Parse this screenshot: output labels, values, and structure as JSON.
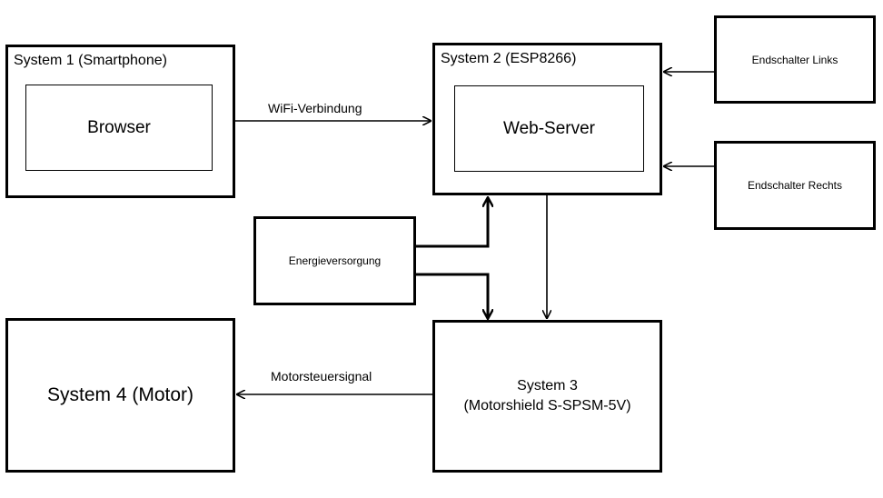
{
  "system1": {
    "title": "System 1 (Smartphone)",
    "inner": "Browser"
  },
  "system2": {
    "title": "System 2 (ESP8266)",
    "inner": "Web-Server"
  },
  "switch_left": {
    "label": "Endschalter Links"
  },
  "switch_right": {
    "label": "Endschalter Rechts"
  },
  "power": {
    "label": "Energieversorgung"
  },
  "system3": {
    "line1": "System 3",
    "line2": "(Motorshield S-SPSM-5V)"
  },
  "system4": {
    "label": "System 4 (Motor)"
  },
  "edges": {
    "wifi": "WiFi-Verbindung",
    "motor_signal": "Motorsteuersignal"
  }
}
